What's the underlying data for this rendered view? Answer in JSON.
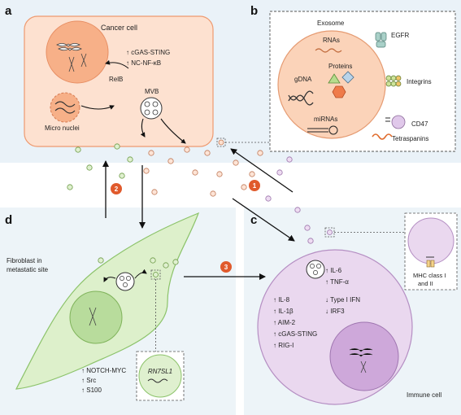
{
  "panels": {
    "a": {
      "letter": "a",
      "title": "Cancer cell",
      "upregulated": [
        "cGAS-STING",
        "NC-NF-κB"
      ],
      "relb": "RelB",
      "micronuclei": "Micro nuclei",
      "mvb": "MVB"
    },
    "b": {
      "letter": "b",
      "title": "Exosome",
      "cargo": {
        "rnas": "RNAs",
        "proteins": "Proteins",
        "gdna": "gDNA",
        "mirnas": "miRNAs"
      },
      "surface": {
        "egfr": "EGFR",
        "integrins": "Integrins",
        "cd47": "CD47",
        "tetraspanins": "Tetraspanins"
      }
    },
    "c": {
      "letter": "c",
      "title": "Immune cell",
      "mhc": [
        "MHC class I",
        "and II"
      ],
      "effects_right": [
        {
          "arrow": "↑",
          "text": "IL-6"
        },
        {
          "arrow": "↑",
          "text": "TNF-α"
        },
        {
          "arrow": "↓",
          "text": "Type I IFN"
        },
        {
          "arrow": "↓",
          "text": "IRF3"
        }
      ],
      "effects_left": [
        {
          "arrow": "↑",
          "text": "IL-8"
        },
        {
          "arrow": "↑",
          "text": "IL-1β"
        },
        {
          "arrow": "↑",
          "text": "AIM-2"
        },
        {
          "arrow": "↑",
          "text": "cGAS-STING"
        },
        {
          "arrow": "↑",
          "text": "RIG-I"
        }
      ]
    },
    "d": {
      "letter": "d",
      "title": [
        "Fibroblast in",
        "metastatic site"
      ],
      "upregulated": [
        "NOTCH-MYC",
        "Src",
        "S100"
      ],
      "rna_label": "RN7SL1"
    }
  },
  "steps": [
    "1",
    "2",
    "3"
  ],
  "colors": {
    "cancer": "#f6b894",
    "cancer_bg": "#fde4d6",
    "exosome": "#f7c4a2",
    "immune": "#e6d2ec",
    "immune_nucleus": "#cda6d8",
    "fibro": "#d8edc5",
    "fibro_nucleus": "#b5da98",
    "badge": "#e05a2c",
    "bg_top": "#eaf1f8"
  }
}
